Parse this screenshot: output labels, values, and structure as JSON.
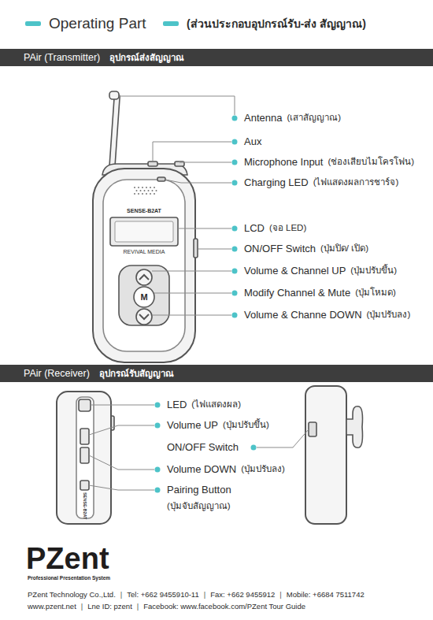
{
  "diagram": {
    "title": "Operating Part",
    "nodes": [
      {
        "text": [
          "PAir (Transmitter)",
          "อุปกรณ์ส่งสัญญาณ"
        ]
      },
      {
        "text": [
          "PAir (Receiver)",
          "อุปกรณ์รับสัญญาณ"
        ]
      }
    ],
    "labels": [
      "(ส่วนประกอบอุปกรณ์รับ-ส่ง สัญญาณ)",
      "SENSE-B2AT",
      "REVIVAL MEDIA",
      "M",
      "Antenna",
      "(เสาสัญญาณ)",
      "Aux",
      "Microphone Input",
      "(ช่องเสียบไมโครโฟน)",
      "Charging LED",
      "(ไฟแสดงผลการชาร์จ)",
      "LCD",
      "(จอ LED)",
      "ON/OFF Switch",
      "(ปุ่มปิด/ เปิด)",
      "Volume & Channel UP",
      "(ปุ่มปรับขึ้น)",
      "Modify Channel & Mute",
      "(ปุ่มโหมด)",
      "Volume & Channe DOWN",
      "(ปุ่มปรับลง)",
      "SENSE-B2AT",
      "LED",
      "(ไฟแสดงผล)",
      "Volume UP",
      "(ปุ่มปรับขึ้น)",
      "ON/OFF Switch",
      "Volume DOWN",
      "(ปุ่มปรับลง)",
      "Pairing Button",
      "(ปุ่มจับสัญญาณ)",
      "PZent",
      "Professional Presentation System",
      "PZent Technology Co.,Ltd.",
      "|",
      "Tel: +662 9455910-11",
      "|",
      "Fax: +662 9455912",
      "|",
      "Mobile: +6684 7511742",
      "www.pzent.net",
      "|",
      "Lne ID: pzent",
      "|",
      "Facebook: www.facebook.com/PZent Tour Guide"
    ]
  }
}
